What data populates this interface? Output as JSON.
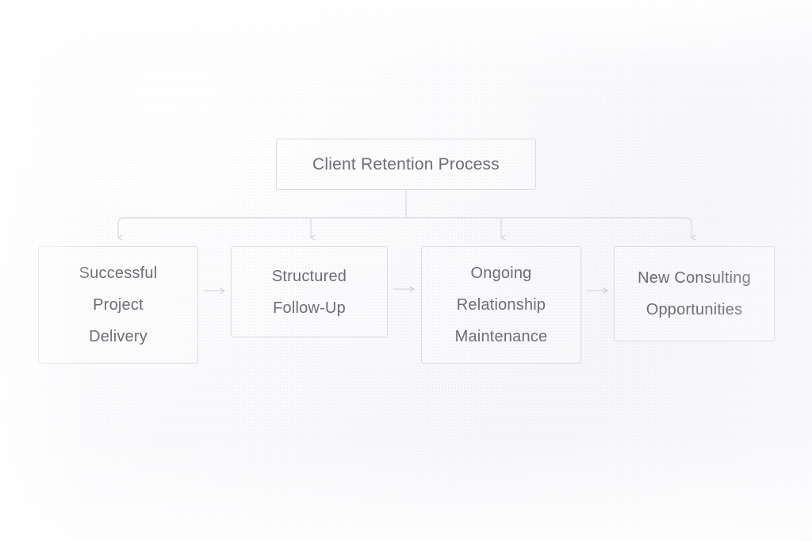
{
  "diagram": {
    "title": "Client Retention Process",
    "type": "flowchart",
    "background_color": "#fbfbfd",
    "node_border_color": "#dcdce2",
    "node_text_color": "#6d6d73",
    "connector_color": "#dcdce2",
    "root": {
      "label": "Client Retention Process",
      "lines": [
        "Client Retention Process"
      ]
    },
    "steps": [
      {
        "index": 1,
        "label": "Successful Project Delivery",
        "lines": [
          "Successful",
          "Project",
          "Delivery"
        ]
      },
      {
        "index": 2,
        "label": "Structured Follow-Up",
        "lines": [
          "Structured",
          "Follow-Up"
        ]
      },
      {
        "index": 3,
        "label": "Ongoing Relationship Maintenance",
        "lines": [
          "Ongoing",
          "Relationship",
          "Maintenance"
        ]
      },
      {
        "index": 4,
        "label": "New Consulting Opportunities",
        "lines": [
          "New Consulting",
          "Opportunities"
        ]
      }
    ],
    "connectors": {
      "root_to_steps": "vertical stem from root down to horizontal bus, four down arrows",
      "step_to_step": [
        "1 to 2",
        "2 to 3",
        "3 to 4"
      ]
    }
  }
}
